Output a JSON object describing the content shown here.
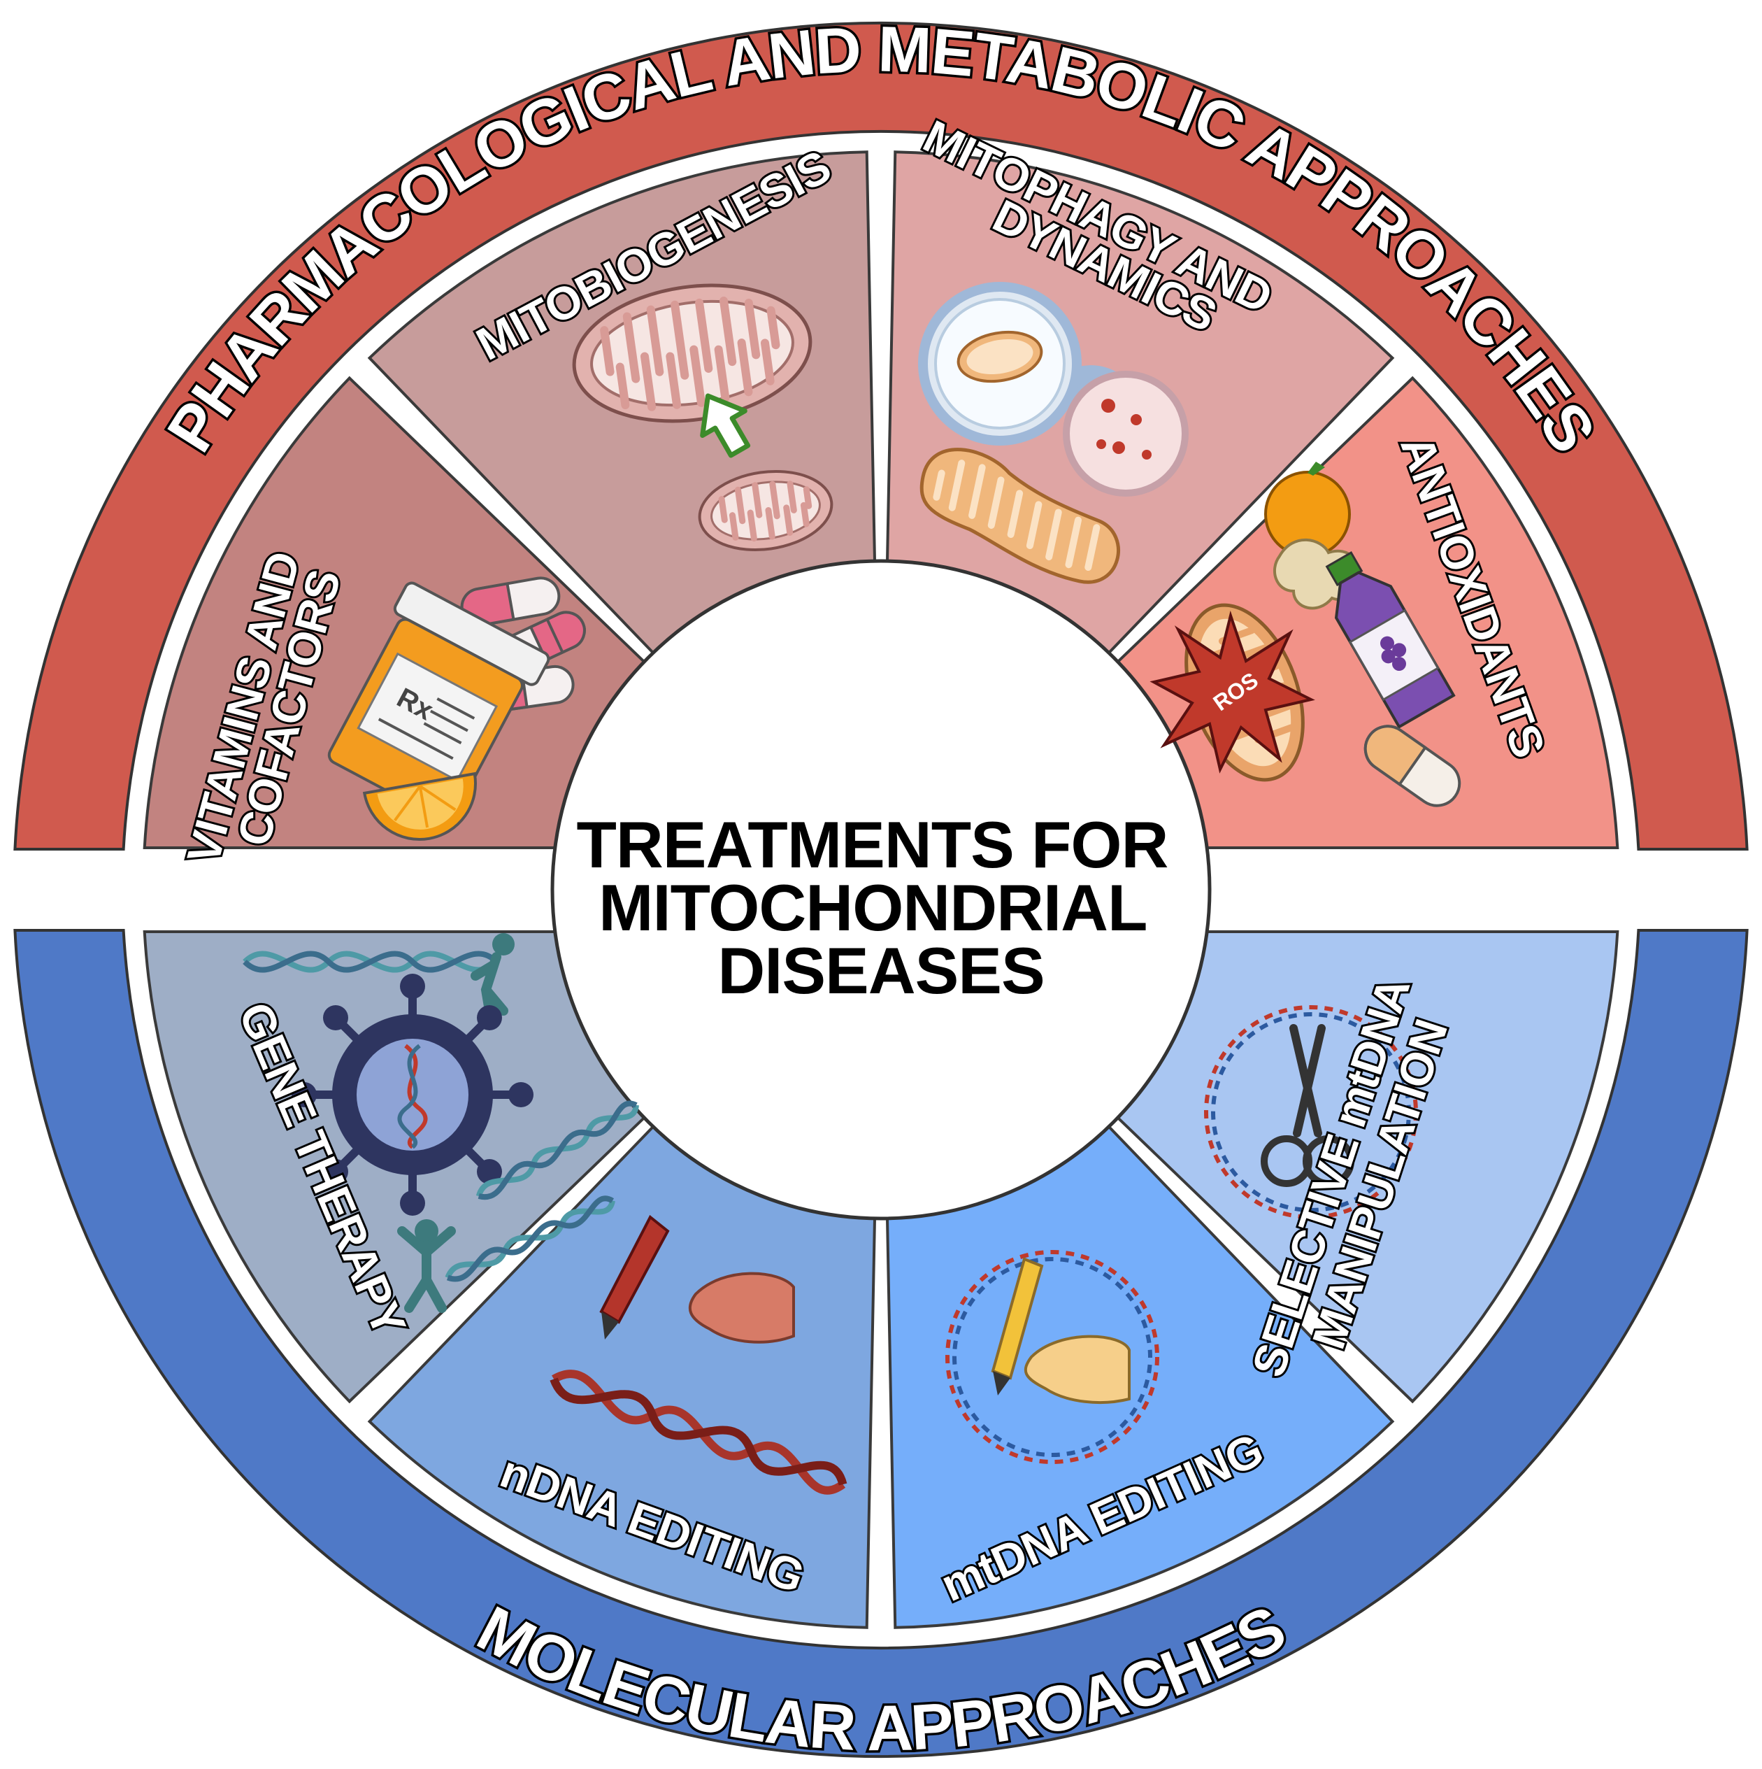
{
  "center": {
    "lines": [
      "TREATMENTS FOR",
      "MITOCHONDRIAL",
      "DISEASES"
    ]
  },
  "rings": {
    "top": {
      "label": "PHARMACOLOGICAL AND METABOLIC APPROACHES",
      "color": "#d05a4e"
    },
    "bottom": {
      "label": "MOLECULAR APPROACHES",
      "color": "#4f79c7"
    }
  },
  "sectors": [
    {
      "lines": [
        "VITAMINS AND",
        "COFACTORS"
      ],
      "color": "#c28380",
      "group": "top"
    },
    {
      "lines": [
        "MITOBIOGENESIS"
      ],
      "color": "#c79c9b",
      "group": "top"
    },
    {
      "lines": [
        "MITOPHAGY AND",
        "DYNAMICS"
      ],
      "color": "#dfa5a4",
      "group": "top"
    },
    {
      "lines": [
        "ANTIOXIDANTS"
      ],
      "color": "#f29288",
      "group": "top"
    },
    {
      "lines": [
        "GENE THERAPY"
      ],
      "color": "#9eaec6",
      "group": "bottom"
    },
    {
      "lines": [
        "nDNA EDITING"
      ],
      "color": "#7ea7e0",
      "group": "bottom"
    },
    {
      "lines": [
        "mtDNA EDITING"
      ],
      "color": "#75aefa",
      "group": "bottom"
    },
    {
      "lines": [
        "SELECTIVE mtDNA",
        "MANIPULATION"
      ],
      "color": "#a9c6f2",
      "group": "bottom"
    }
  ],
  "icons": {
    "ros_label": "ROS",
    "rx_label": "Rx"
  }
}
